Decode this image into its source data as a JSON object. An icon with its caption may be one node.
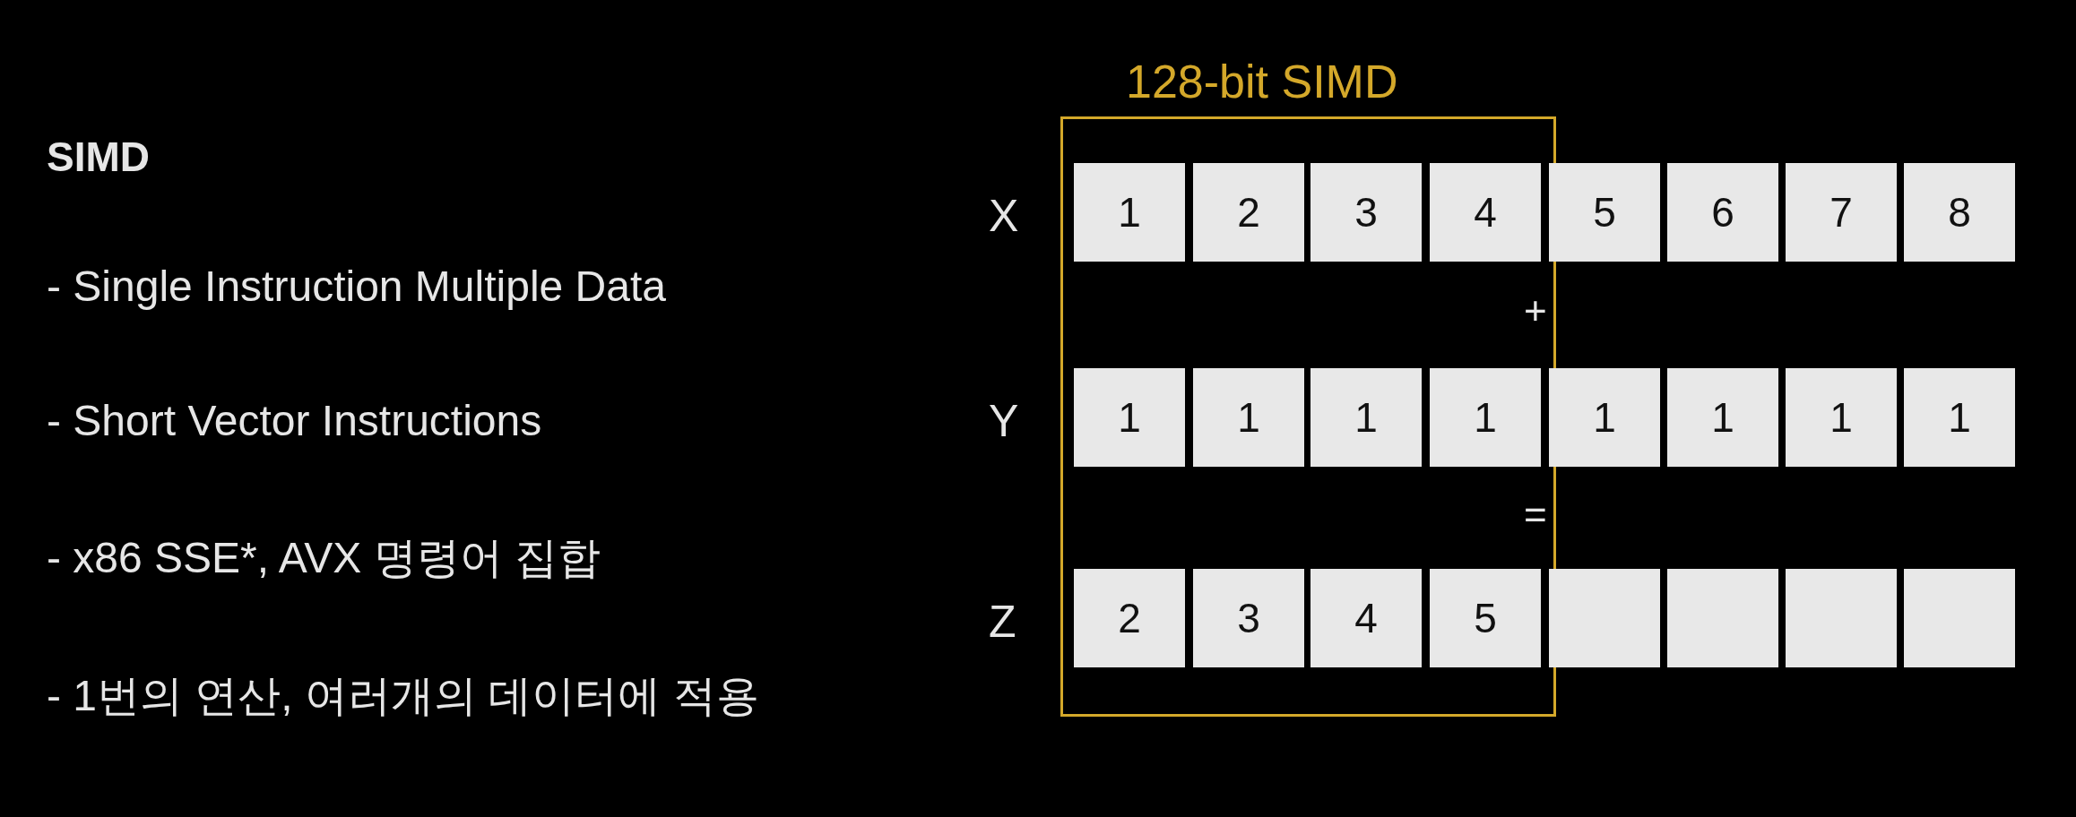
{
  "diagram": {
    "nodes": [
      {
        "text": [
          "128-bit SIMD"
        ]
      },
      {
        "text": [
          "1"
        ],
        "in": 0
      },
      {
        "text": [
          "2"
        ],
        "in": 0
      },
      {
        "text": [
          "3"
        ],
        "in": 0
      },
      {
        "text": [
          "4"
        ],
        "in": 0
      },
      {
        "text": [
          "5"
        ]
      },
      {
        "text": [
          "6"
        ]
      },
      {
        "text": [
          "7"
        ]
      },
      {
        "text": [
          "8"
        ]
      },
      {
        "text": [
          "1"
        ],
        "in": 0
      },
      {
        "text": [
          "1"
        ],
        "in": 0
      },
      {
        "text": [
          "1"
        ],
        "in": 0
      },
      {
        "text": [
          "1"
        ],
        "in": 0
      },
      {
        "text": [
          "1"
        ]
      },
      {
        "text": [
          "1"
        ]
      },
      {
        "text": [
          "1"
        ]
      },
      {
        "text": [
          "1"
        ]
      },
      {
        "text": [
          "2"
        ],
        "in": 0
      },
      {
        "text": [
          "3"
        ],
        "in": 0
      },
      {
        "text": [
          "4"
        ],
        "in": 0
      },
      {
        "text": [
          "5"
        ],
        "in": 0
      },
      {
        "text": [],
        "shape": "box"
      },
      {
        "text": [],
        "shape": "box"
      },
      {
        "text": [],
        "shape": "box"
      },
      {
        "text": [],
        "shape": "box"
      }
    ],
    "labels": [
      "SIMD",
      "- Single Instruction Multiple Data",
      "- Short Vector Instructions",
      "- x86 SSE*, AVX 명령어 집합",
      "- 1번의 연산, 여러개의 데이터에 적용",
      "X",
      "+",
      "Y",
      "=",
      "Z"
    ]
  }
}
